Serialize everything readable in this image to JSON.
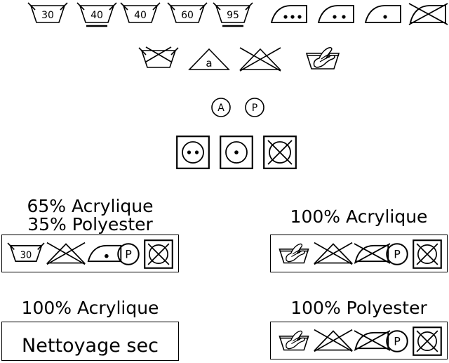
{
  "page": {
    "language": "fr",
    "title": "Symboles d'entretien textile",
    "stroke_color": "#000000",
    "background_color": "#ffffff"
  },
  "rows": {
    "wash_row": {
      "name": "washing-temperature-symbols",
      "symbols": [
        {
          "icon": "wash-tub-30-icon",
          "temperature": "30",
          "underlines": 0
        },
        {
          "icon": "wash-tub-40-gentle-icon",
          "temperature": "40",
          "underlines": 1
        },
        {
          "icon": "wash-tub-40-icon",
          "temperature": "40",
          "underlines": 0
        },
        {
          "icon": "wash-tub-60-icon",
          "temperature": "60",
          "underlines": 0
        },
        {
          "icon": "wash-tub-95-gentle-icon",
          "temperature": "95",
          "underlines": 1
        },
        {
          "icon": "iron-three-dots-icon",
          "dots": 3
        },
        {
          "icon": "iron-two-dots-icon",
          "dots": 2
        },
        {
          "icon": "iron-one-dot-icon",
          "dots": 1
        },
        {
          "icon": "do-not-iron-icon",
          "dots": 0
        }
      ]
    },
    "bleach_row": {
      "name": "wash-and-bleach-symbols",
      "symbols": [
        {
          "icon": "do-not-wash-icon"
        },
        {
          "icon": "bleach-allowed-triangle-a-icon",
          "letter": "a"
        },
        {
          "icon": "do-not-bleach-icon"
        },
        {
          "icon": "hand-wash-icon"
        }
      ]
    },
    "dryclean_row": {
      "name": "dry-cleaning-symbols",
      "symbols": [
        {
          "icon": "dry-clean-circle-a-icon",
          "letter": "A"
        },
        {
          "icon": "dry-clean-circle-p-icon",
          "letter": "P"
        }
      ]
    },
    "tumble_row": {
      "name": "tumble-dry-symbols",
      "symbols": [
        {
          "icon": "tumble-dry-two-dots-icon",
          "dots": 2
        },
        {
          "icon": "tumble-dry-one-dot-icon",
          "dots": 1
        },
        {
          "icon": "do-not-tumble-dry-icon",
          "dots": 0
        }
      ]
    }
  },
  "care_labels": [
    {
      "id": "label-acrylique-polyester",
      "title": "65% Acrylique\n35% Polyester",
      "title_lines": [
        "65% Acrylique",
        "35% Polyester"
      ],
      "symbols": [
        {
          "icon": "wash-tub-30-icon",
          "temperature": "30"
        },
        {
          "icon": "do-not-bleach-icon"
        },
        {
          "icon": "iron-one-dot-icon",
          "dots": 1
        },
        {
          "icon": "dry-clean-circle-p-icon",
          "letter": "P"
        },
        {
          "icon": "do-not-tumble-dry-icon"
        }
      ]
    },
    {
      "id": "label-100-acrylique",
      "title": "100% Acrylique",
      "title_lines": [
        "100% Acrylique"
      ],
      "symbols": [
        {
          "icon": "hand-wash-icon"
        },
        {
          "icon": "do-not-bleach-icon"
        },
        {
          "icon": "do-not-iron-icon"
        },
        {
          "icon": "dry-clean-circle-p-icon",
          "letter": "P"
        },
        {
          "icon": "do-not-tumble-dry-icon"
        }
      ]
    },
    {
      "id": "label-100-acrylique-drytext",
      "title": "100% Acrylique",
      "title_lines": [
        "100% Acrylique"
      ],
      "body_text": "Nettoyage sec",
      "symbols": []
    },
    {
      "id": "label-100-polyester",
      "title": "100% Polyester",
      "title_lines": [
        "100% Polyester"
      ],
      "symbols": [
        {
          "icon": "hand-wash-icon"
        },
        {
          "icon": "do-not-bleach-icon"
        },
        {
          "icon": "do-not-iron-icon"
        },
        {
          "icon": "dry-clean-circle-p-icon",
          "letter": "P"
        },
        {
          "icon": "do-not-tumble-dry-icon"
        }
      ]
    }
  ]
}
